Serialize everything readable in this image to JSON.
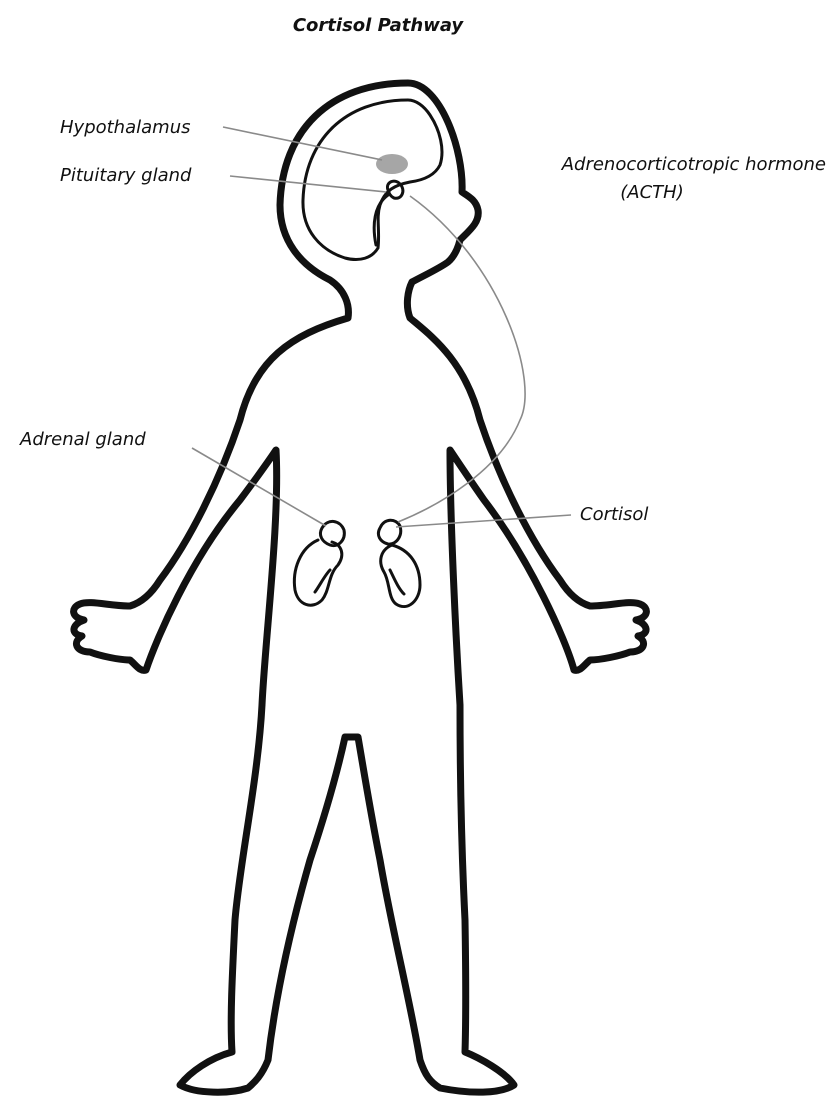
{
  "title": "Cortisol Pathway",
  "labels": {
    "hypothalamus": "Hypothalamus",
    "pituitary": "Pituitary gland",
    "acth_line1": "Adrenocorticotropic hormone",
    "acth_line2": "(ACTH)",
    "adrenal": "Adrenal gland",
    "cortisol": "Cortisol"
  },
  "colors": {
    "outline": "#111111",
    "leader": "#8a8a8a",
    "hypothalamus_fill": "#a6a6a6"
  }
}
